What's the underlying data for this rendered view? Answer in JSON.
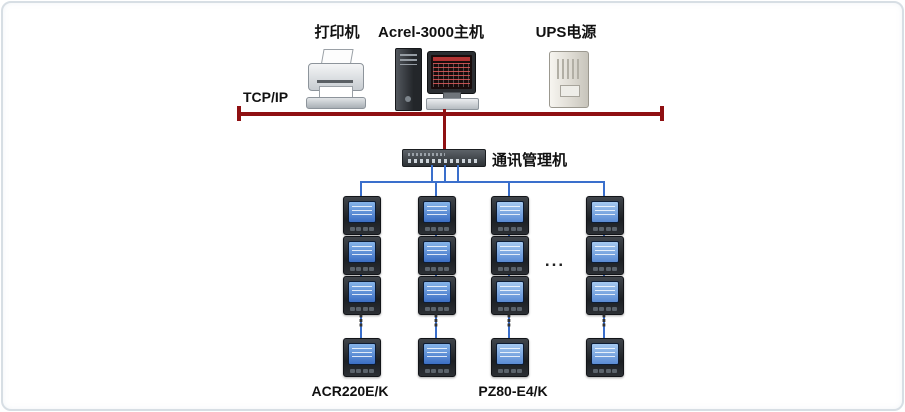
{
  "diagram": {
    "labels": {
      "printer": "打印机",
      "host": "Acrel-3000主机",
      "ups": "UPS电源",
      "tcpip": "TCP/IP",
      "switch": "通讯管理机",
      "acr": "ACR220E/K",
      "pz": "PZ80-E4/K",
      "ellipsis_h": "...",
      "ellipsis_v": "⋮"
    },
    "colors": {
      "bus": "#8f1012",
      "line": "#3a6fcc",
      "acr_screen": "#3b6ec4",
      "pz_screen": "#5a8bd4"
    },
    "columns": [
      {
        "type": "ACR220E/K",
        "meters_shown": 4,
        "more_indicator": true
      },
      {
        "type": "ACR220E/K",
        "meters_shown": 4,
        "more_indicator": true
      },
      {
        "type": "PZ80-E4/K",
        "meters_shown": 4,
        "more_indicator": true
      },
      {
        "type": "PZ80-E4/K",
        "meters_shown": 4,
        "more_indicator": true
      }
    ]
  }
}
